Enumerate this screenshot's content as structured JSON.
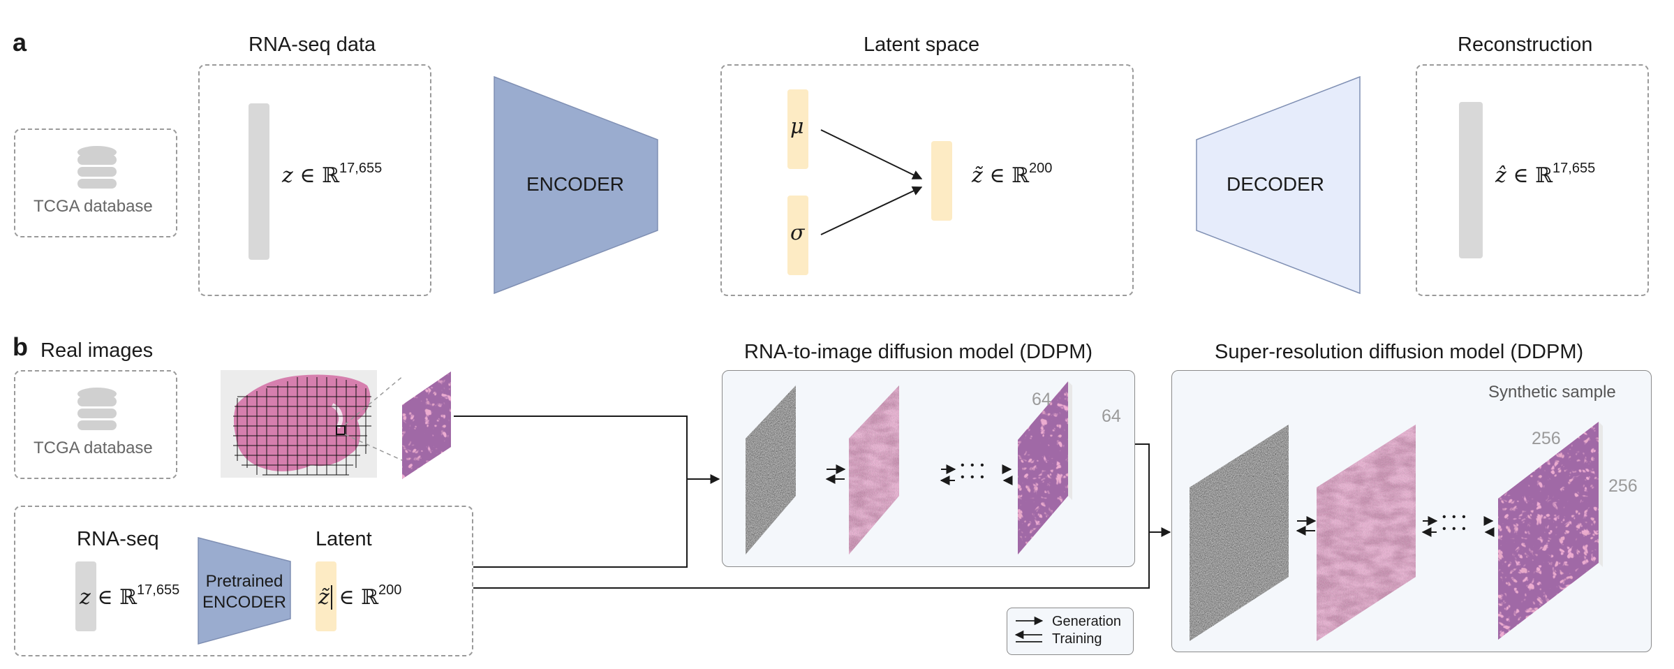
{
  "panel_a": {
    "letter": "a",
    "rna_title": "RNA-seq data",
    "latent_title": "Latent space",
    "recon_title": "Reconstruction",
    "db_label": "TCGA database",
    "encoder_label": "ENCODER",
    "decoder_label": "DECODER",
    "mu": "μ",
    "sigma": "σ",
    "z_var": "z",
    "z_tilde": "z̃",
    "z_hat": "ẑ",
    "in_sym": "∈ ℝ",
    "dim_input": "17,655",
    "dim_latent": "200"
  },
  "panel_b": {
    "letter": "b",
    "real_title": "Real images",
    "db_label": "TCGA database",
    "rna_label": "RNA-seq",
    "latent_label": "Latent",
    "pretrained_line1": "Pretrained",
    "pretrained_line2": "ENCODER",
    "z_var": "z",
    "z_tilde": "z̃",
    "in_sym": "∈ ℝ",
    "dim_input": "17,655",
    "dim_latent": "200",
    "ddpm_title": "RNA-to-image diffusion model (DDPM)",
    "sr_title": "Super-resolution diffusion model (DDPM)",
    "synthetic_label": "Synthetic sample",
    "size_64_a": "64",
    "size_64_b": "64",
    "size_256_a": "256",
    "size_256_b": "256",
    "dots": "• • •",
    "legend_generation": "Generation",
    "legend_training": "Training"
  },
  "colors": {
    "encoder": "#9aaccf",
    "decoder": "#e6ecfb",
    "latent_bar": "#fdebc4",
    "data_bar": "#d8d8d8",
    "tissue_pink": "#d67fae",
    "tissue_dark": "#5b2a5e"
  }
}
